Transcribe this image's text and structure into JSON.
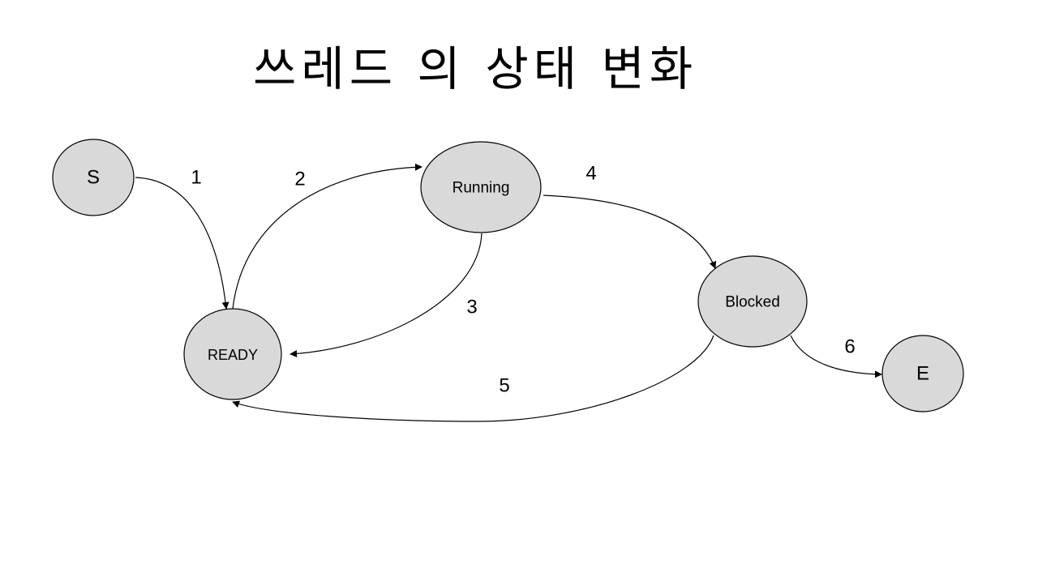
{
  "title": "쓰레드 의 상태 변화",
  "colors": {
    "node_fill": "#d9d9d9",
    "node_stroke": "#000000",
    "edge": "#000000",
    "text": "#000000"
  },
  "nodes": {
    "s": {
      "label": "S"
    },
    "ready": {
      "label": "READY"
    },
    "running": {
      "label": "Running"
    },
    "blocked": {
      "label": "Blocked"
    },
    "e": {
      "label": "E"
    }
  },
  "edges": {
    "t1": {
      "label": "1",
      "from": "S",
      "to": "READY"
    },
    "t2": {
      "label": "2",
      "from": "READY",
      "to": "Running"
    },
    "t3": {
      "label": "3",
      "from": "Running",
      "to": "READY"
    },
    "t4": {
      "label": "4",
      "from": "Running",
      "to": "Blocked"
    },
    "t5": {
      "label": "5",
      "from": "Blocked",
      "to": "READY"
    },
    "t6": {
      "label": "6",
      "from": "Blocked",
      "to": "E"
    }
  }
}
